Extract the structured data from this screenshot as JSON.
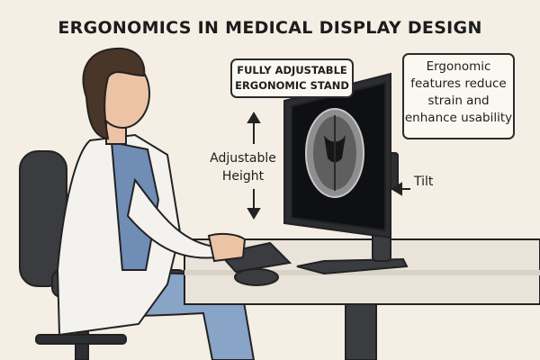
{
  "title": "ERGONOMICS IN MEDICAL DISPLAY DESIGN",
  "callouts": {
    "stand": [
      "FULLY ADJUSTABLE",
      "ERGONOMIC STAND"
    ],
    "features": [
      "Ergonomic",
      "features reduce",
      "strain and",
      "enhance usability"
    ],
    "height": [
      "Adjustable",
      "Height"
    ],
    "tilt": "Tilt"
  },
  "colors": {
    "background": "#f5eee4",
    "desk": "#e9e3d9",
    "coat": "#f4f2ee",
    "scrubs": "#6f8db5",
    "trousers": "#88a4c7",
    "skin": "#edc3a6",
    "hair": "#4a3628",
    "chair": "#3a3c40",
    "monitor": "#2b2d31",
    "outline": "#222222"
  }
}
